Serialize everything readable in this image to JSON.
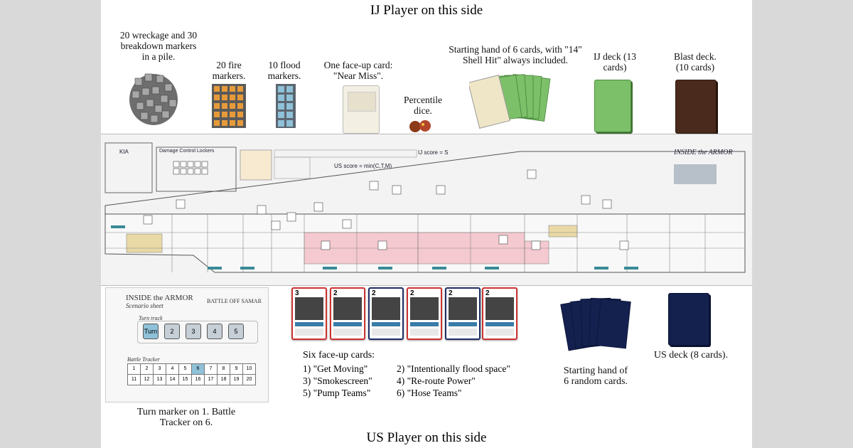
{
  "titles": {
    "ij_side": "IJ Player on this side",
    "us_side": "US Player on this side"
  },
  "ij_components": {
    "wreckage": "20 wreckage and 30 breakdown markers in a pile.",
    "fire": "20 fire markers.",
    "flood": "10 flood markers.",
    "near_miss": "One face-up card: \"Near Miss\".",
    "dice": "Percentile dice.",
    "starting_hand": "Starting hand of 6 cards, with \"14\" Shell Hit\" always included.",
    "ij_deck": "IJ deck (13 cards)",
    "blast_deck": "Blast deck. (10 cards)"
  },
  "board": {
    "title": "INSIDE the ARMOR",
    "kia_label": "KIA",
    "dcl_label": "Damage Control Lockers",
    "ij_score": "IJ score = S",
    "us_score": "US score = min(C,T,M)"
  },
  "scenario_sheet": {
    "title": "INSIDE the ARMOR",
    "subtitle": "Scenario sheet",
    "battle": "BATTLE OFF SAMAR",
    "turn_track_label": "Turn track",
    "turn_marker": "Turn",
    "turns": [
      "2",
      "3",
      "4",
      "5"
    ],
    "battle_tracker_label": "Battle Tracker",
    "tracker_row1": [
      "1",
      "2",
      "3",
      "4",
      "5",
      "6",
      "7",
      "8",
      "9",
      "10"
    ],
    "tracker_row2": [
      "11",
      "12",
      "13",
      "14",
      "15",
      "16",
      "17",
      "18",
      "19",
      "20"
    ]
  },
  "us_components": {
    "scenario_caption": "Turn marker on 1. Battle Tracker on 6.",
    "six_cards_title": "Six face-up cards:",
    "cards": [
      "1) \"Get Moving\"",
      "2) \"Intentionally flood space\"",
      "3) \"Smokescreen\"",
      "4) \"Re-route Power\"",
      "5) \"Pump Teams\"",
      "6) \"Hose Teams\""
    ],
    "face_up_numbers": [
      "3",
      "2",
      "2",
      "2",
      "2",
      "2"
    ],
    "starting_hand": "Starting hand of 6 random cards.",
    "us_deck": "US deck (8 cards)."
  },
  "colors": {
    "page_bg": "#ffffff",
    "margin_bg": "#d9d9d9",
    "ij_deck": "#7cc06a",
    "blast_deck": "#4a2a1c",
    "us_deck": "#14214f",
    "pink_compartment": "#f4c9cf",
    "tan_compartment": "#e9d9a6"
  }
}
